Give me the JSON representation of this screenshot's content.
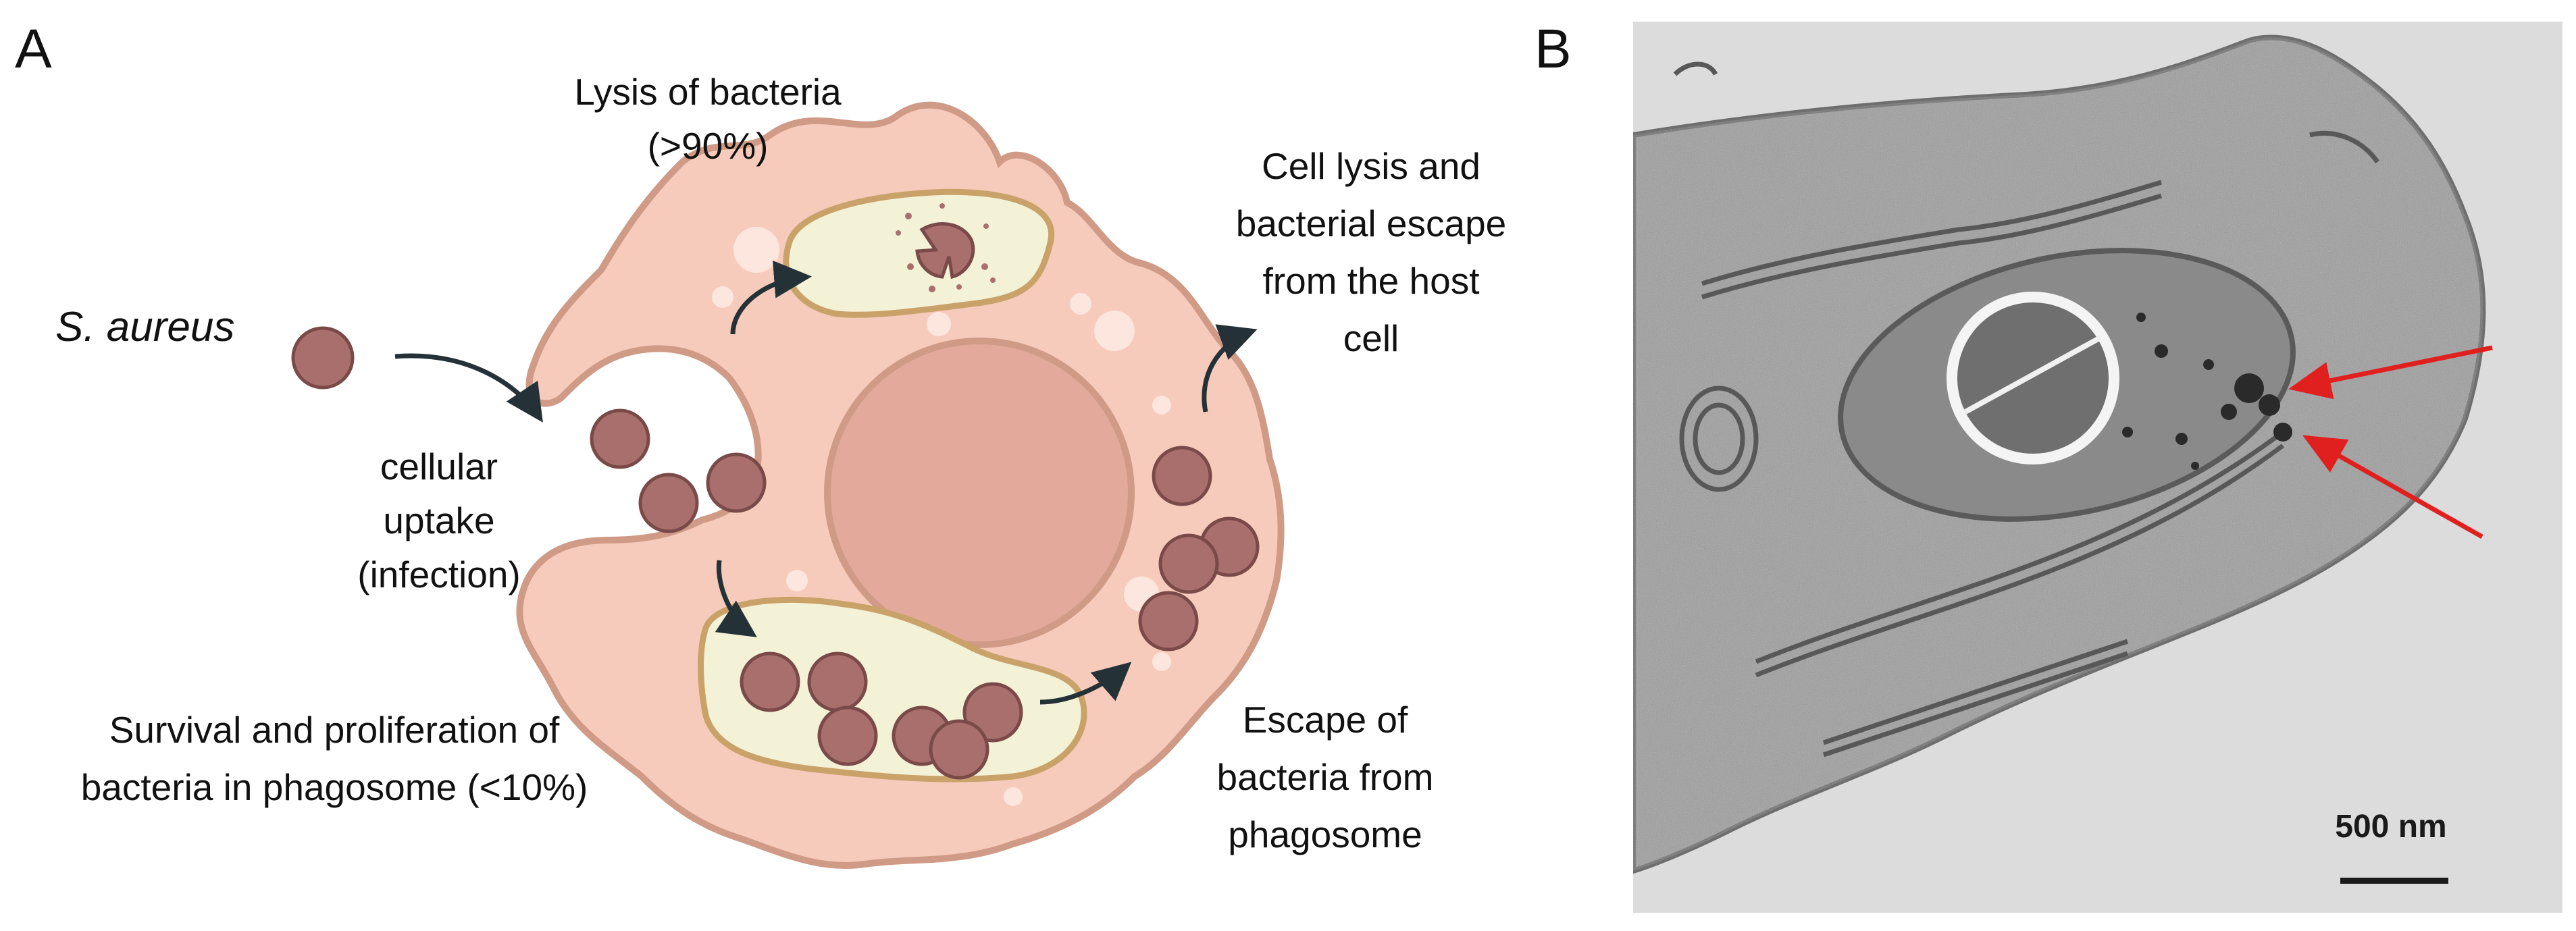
{
  "panels": {
    "a": {
      "letter": "A"
    },
    "b": {
      "letter": "B"
    }
  },
  "diagram": {
    "organism": "S. aureus",
    "uptake": [
      "cellular",
      "uptake",
      "(infection)"
    ],
    "lysis": [
      "Lysis of bacteria",
      "(>90%)"
    ],
    "cell_lysis": [
      "Cell lysis and",
      "bacterial escape",
      "from the host",
      "cell"
    ],
    "survival": [
      "Survival and proliferation of",
      "bacteria in phagosome (<10%)"
    ],
    "escape": [
      "Escape of",
      "bacteria from",
      "phagosome"
    ]
  },
  "micrograph": {
    "scale_bar_label": "500 nm"
  },
  "colors": {
    "cell_fill": "#f7cbbb",
    "cell_stroke": "#cf9a86",
    "nucleus_fill": "#e3aa9b",
    "phagosome_fill": "#f3f1d6",
    "phagosome_stroke": "#c9a26a",
    "bacterium_fill": "#a86f6c",
    "bacterium_stroke": "#7a4a48",
    "arrow": "#243238",
    "em_background": "#dcdcdc",
    "red_arrow": "#e0201f"
  }
}
